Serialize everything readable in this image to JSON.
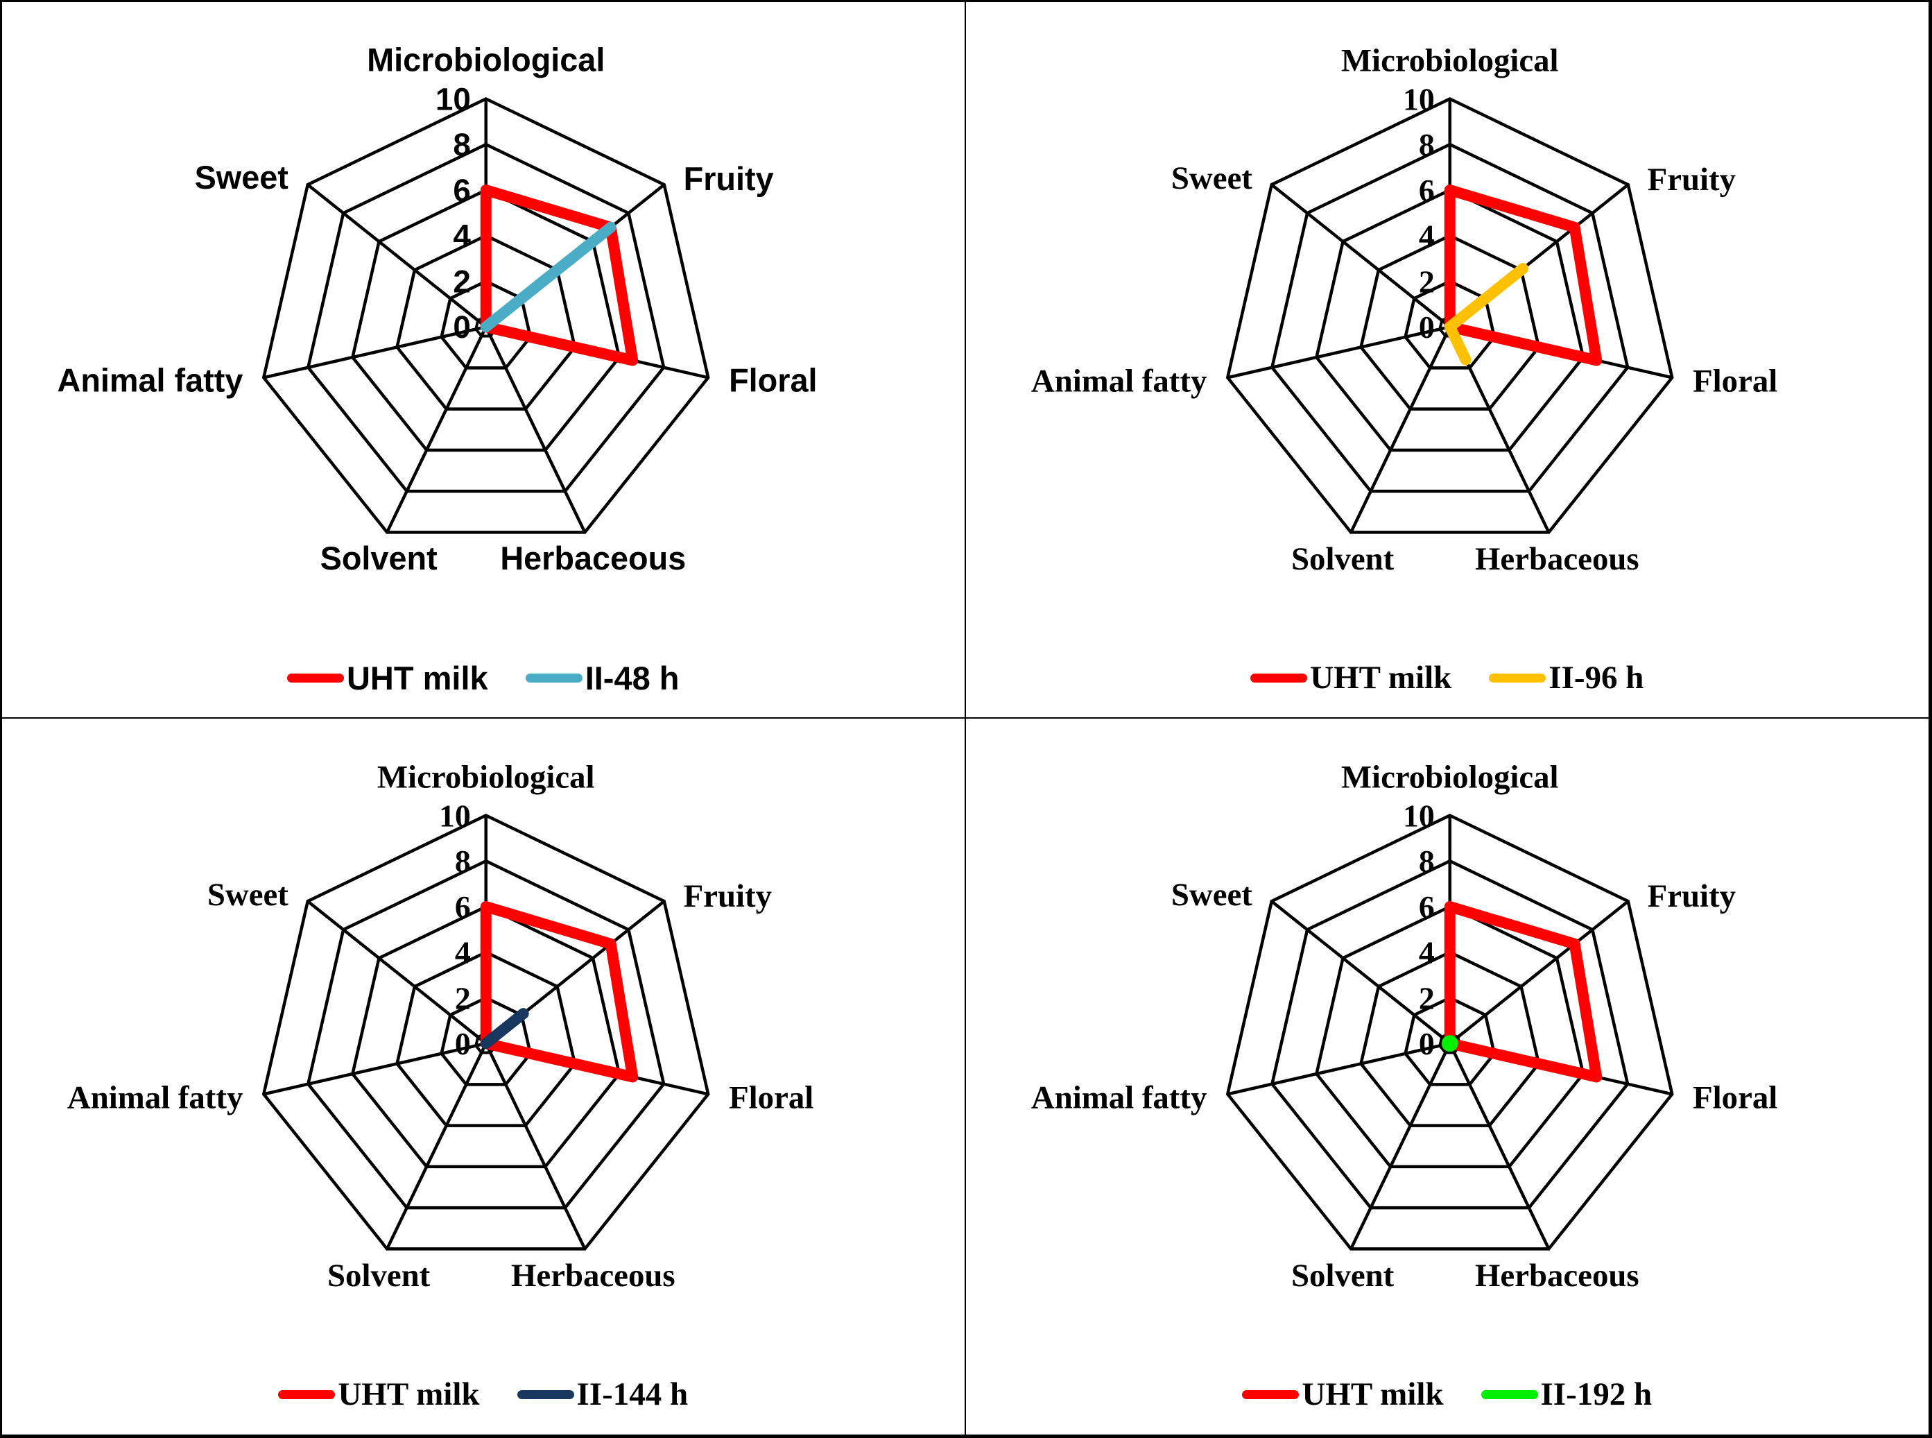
{
  "figure": {
    "layout": "2x2-grid-of-radar-charts",
    "background": "#ffffff",
    "border_color": "#000000"
  },
  "axes": [
    "Microbiological",
    "Fruity",
    "Floral",
    "Herbaceous",
    "Solvent",
    "Animal fatty",
    "Sweet"
  ],
  "tick_labels": [
    "0",
    "2",
    "4",
    "6",
    "8",
    "10"
  ],
  "colors": {
    "uht_milk": "#FF0000",
    "ii_48h": "#4BACC6",
    "ii_96h": "#FFC000",
    "ii_144h": "#17375E",
    "ii_192h": "#00EE00",
    "grid": "#000000"
  },
  "chart_data": [
    {
      "type": "radar",
      "panel": "top-left",
      "title": "",
      "categories": [
        "Microbiological",
        "Fruity",
        "Floral",
        "Herbaceous",
        "Solvent",
        "Animal fatty",
        "Sweet"
      ],
      "rlim": [
        0,
        10
      ],
      "rticks": [
        0,
        2,
        4,
        6,
        8,
        10
      ],
      "grid": true,
      "legend_position": "bottom",
      "series": [
        {
          "name": "UHT milk",
          "color": "#FF0000",
          "values": [
            6,
            7,
            6.6,
            0,
            0,
            0,
            0
          ]
        },
        {
          "name": "II-48 h",
          "color": "#4BACC6",
          "values": [
            0,
            7,
            0,
            0,
            0,
            0,
            0
          ]
        }
      ]
    },
    {
      "type": "radar",
      "panel": "top-right",
      "title": "",
      "categories": [
        "Microbiological",
        "Fruity",
        "Floral",
        "Herbaceous",
        "Solvent",
        "Animal fatty",
        "Sweet"
      ],
      "rlim": [
        0,
        10
      ],
      "rticks": [
        0,
        2,
        4,
        6,
        8,
        10
      ],
      "grid": true,
      "legend_position": "bottom",
      "series": [
        {
          "name": "UHT milk",
          "color": "#FF0000",
          "values": [
            6,
            7,
            6.6,
            0,
            0,
            0,
            0
          ]
        },
        {
          "name": "II-96 h",
          "color": "#FFC000",
          "values": [
            0,
            4.1,
            0,
            1.6,
            0,
            0,
            0
          ]
        }
      ]
    },
    {
      "type": "radar",
      "panel": "bottom-left",
      "title": "",
      "categories": [
        "Microbiological",
        "Fruity",
        "Floral",
        "Herbaceous",
        "Solvent",
        "Animal fatty",
        "Sweet"
      ],
      "rlim": [
        0,
        10
      ],
      "rticks": [
        0,
        2,
        4,
        6,
        8,
        10
      ],
      "grid": true,
      "legend_position": "bottom",
      "series": [
        {
          "name": "UHT milk",
          "color": "#FF0000",
          "values": [
            6,
            7,
            6.6,
            0,
            0,
            0,
            0
          ]
        },
        {
          "name": "II-144 h",
          "color": "#17375E",
          "values": [
            0,
            2.1,
            0,
            0,
            0,
            0,
            0
          ]
        }
      ]
    },
    {
      "type": "radar",
      "panel": "bottom-right",
      "title": "",
      "categories": [
        "Microbiological",
        "Fruity",
        "Floral",
        "Herbaceous",
        "Solvent",
        "Animal fatty",
        "Sweet"
      ],
      "rlim": [
        0,
        10
      ],
      "rticks": [
        0,
        2,
        4,
        6,
        8,
        10
      ],
      "grid": true,
      "legend_position": "bottom",
      "series": [
        {
          "name": "UHT milk",
          "color": "#FF0000",
          "values": [
            6,
            7,
            6.6,
            0,
            0,
            0,
            0
          ]
        },
        {
          "name": "II-192 h",
          "color": "#00EE00",
          "values": [
            0,
            0,
            0,
            0,
            0,
            0,
            0
          ]
        }
      ]
    }
  ],
  "panels": [
    {
      "id": "panel-1",
      "font": "sans",
      "axis_labels": [
        "Microbiological",
        "Fruity",
        "Floral",
        "Herbaceous",
        "Solvent",
        "Animal fatty",
        "Sweet"
      ],
      "ticks": [
        "0",
        "2",
        "4",
        "6",
        "8",
        "10"
      ],
      "legend": [
        {
          "label": "UHT milk",
          "color": "#FF0000"
        },
        {
          "label": "II-48 h",
          "color": "#4BACC6"
        }
      ]
    },
    {
      "id": "panel-2",
      "font": "serif",
      "axis_labels": [
        "Microbiological",
        "Fruity",
        "Floral",
        "Herbaceous",
        "Solvent",
        "Animal fatty",
        "Sweet"
      ],
      "ticks": [
        "0",
        "2",
        "4",
        "6",
        "8",
        "10"
      ],
      "legend": [
        {
          "label": "UHT milk",
          "color": "#FF0000"
        },
        {
          "label": "II-96 h",
          "color": "#FFC000"
        }
      ]
    },
    {
      "id": "panel-3",
      "font": "serif",
      "axis_labels": [
        "Microbiological",
        "Fruity",
        "Floral",
        "Herbaceous",
        "Solvent",
        "Animal fatty",
        "Sweet"
      ],
      "ticks": [
        "0",
        "2",
        "4",
        "6",
        "8",
        "10"
      ],
      "legend": [
        {
          "label": "UHT milk",
          "color": "#FF0000"
        },
        {
          "label": "II-144 h",
          "color": "#17375E"
        }
      ]
    },
    {
      "id": "panel-4",
      "font": "serif",
      "axis_labels": [
        "Microbiological",
        "Fruity",
        "Floral",
        "Herbaceous",
        "Solvent",
        "Animal fatty",
        "Sweet"
      ],
      "ticks": [
        "0",
        "2",
        "4",
        "6",
        "8",
        "10"
      ],
      "legend": [
        {
          "label": "UHT milk",
          "color": "#FF0000"
        },
        {
          "label": "II-192 h",
          "color": "#00EE00"
        }
      ]
    }
  ]
}
